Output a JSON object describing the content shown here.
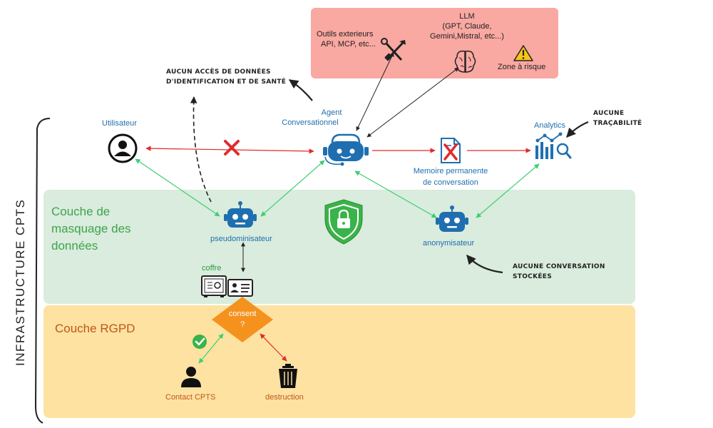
{
  "risk_zone": {
    "llm_title": "LLM",
    "llm_detail_1": "(GPT, Claude,",
    "llm_detail_2": "Gemini,Mistral, etc...)",
    "tools_line_1": "Outils exterieurs",
    "tools_line_2": "API, MCP, etc...",
    "risk_label": "Zone à risque"
  },
  "nodes": {
    "user": "Utilisateur",
    "agent_line_1": "Agent",
    "agent_line_2": "Conversationnel",
    "analytics": "Analytics",
    "memory_line_1": "Memoire permanente",
    "memory_line_2": "de conversation",
    "pseudo": "pseudominisateur",
    "anonym": "anonymisateur",
    "vault": "coffre",
    "consent_line_1": "consent",
    "consent_line_2": "?",
    "contact": "Contact CPTS",
    "destruction": "destruction"
  },
  "layers": {
    "masking_line_1": "Couche de",
    "masking_line_2": "masquage des",
    "masking_line_3": "données",
    "rgpd": "Couche RGPD",
    "infra": "INFRASTRUCTURE CPTS"
  },
  "notes": {
    "no_access_1": "AUCUN ACCÈS DE DONNÉES",
    "no_access_2": "D'IDENTIFICATION ET DE SANTÉ",
    "no_trace_1": "AUCUNE",
    "no_trace_2": "TRAÇABILITÉ",
    "no_conv_1": "AUCUNE CONVERSATION",
    "no_conv_2": "STOCKÉES"
  },
  "colors": {
    "risk_bg": "#f9a8a2",
    "masking_bg": "#d9ecdd",
    "rgpd_bg": "#fde2a1",
    "icon_blue": "#1f6fb0",
    "green_arrow": "#3ccf72",
    "red_arrow": "#e02b2b",
    "consent_orange": "#f5921e"
  }
}
